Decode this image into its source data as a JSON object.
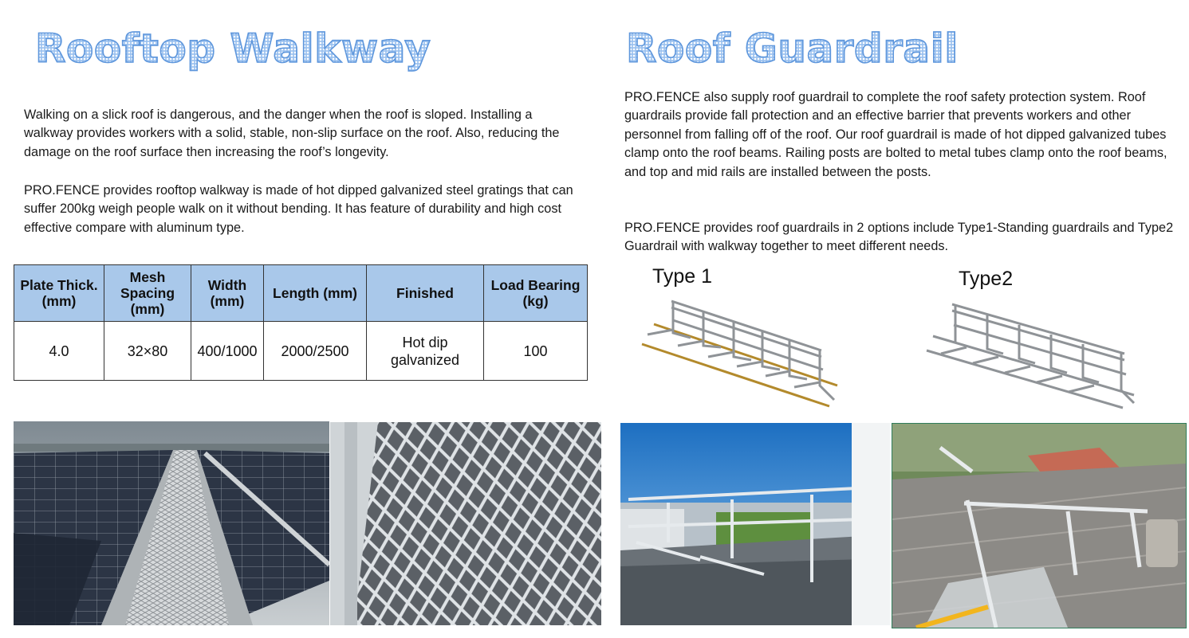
{
  "walkway": {
    "title": "Rooftop Walkway",
    "para1": "Walking on a slick roof is dangerous, and the danger when the roof is sloped. Installing a walkway provides workers with a solid, stable, non-slip surface on the roof. Also, reducing the damage  on the roof surface then  increasing the roof’s longevity.",
    "para2": "PRO.FENCE provides rooftop walkway is made of hot dipped galvanized steel gratings that can suffer 200kg weigh people walk on it without bending.  It has feature of durability and high cost effective compare with aluminum type.",
    "table": {
      "headers": [
        "Plate Thick. (mm)",
        "Mesh Spacing (mm)",
        "Width (mm)",
        "Length (mm)",
        "Finished",
        "Load Bearing (kg)"
      ],
      "row": [
        "4.0",
        "32×80",
        "400/1000",
        "2000/2500",
        "Hot dip galvanized",
        "100"
      ]
    }
  },
  "guardrail": {
    "title": "Roof Guardrail",
    "para1": "PRO.FENCE also supply roof guardrail to complete the roof safety protection system. Roof guardrails provide fall protection and an effective barrier that prevents workers and other personnel from falling off of the roof. Our roof guardrail is made of hot dipped galvanized  tubes clamp onto the roof beams. Railing posts are bolted to metal tubes clamp onto the roof beams, and top and mid rails are installed between the posts.",
    "para2": "PRO.FENCE provides roof guardrails in 2 options include Type1-Standing guardrails and Type2 Guardrail with walkway together to meet different needs.",
    "type1_label": "Type 1",
    "type2_label": "Type2"
  },
  "colors": {
    "title_fill": "#9cc2ef",
    "title_outline": "#5f97dc",
    "table_header_bg": "#a9c8ea"
  }
}
